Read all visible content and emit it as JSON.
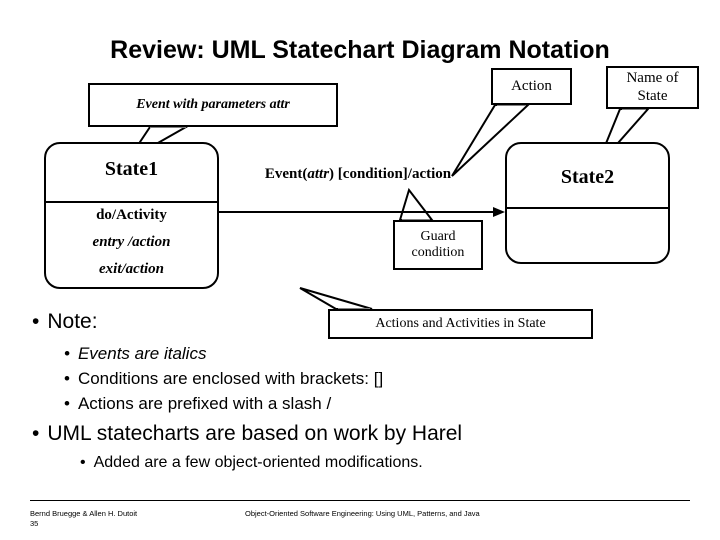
{
  "slide": {
    "title": "Review: UML Statechart Diagram Notation"
  },
  "callouts": {
    "event": "Event with parameters attr",
    "action": "Action",
    "name_of_state": "Name of\nState",
    "name_of_state_line1": "Name of",
    "name_of_state_line2": "State",
    "guard_line1": "Guard",
    "guard_line2": "condition",
    "actions_activities": "Actions and Activities in State"
  },
  "states": {
    "state1": {
      "name": "State1",
      "activities": [
        "do/Activity",
        "entry /action",
        "exit/action"
      ]
    },
    "state2": {
      "name": "State2"
    }
  },
  "transition": {
    "label_prefix": "Event(",
    "label_param": "attr",
    "label_suffix": ") [condition]/action",
    "full_label": "Event(attr) [condition]/action"
  },
  "bullets": {
    "note": "Note:",
    "note_marker": "•",
    "sub_items": [
      "Events are italics",
      "Conditions are enclosed with brackets: []",
      "Actions are prefixed with a slash /"
    ],
    "sub_marker": "•",
    "harel": "UML statecharts are based on work by Harel",
    "added": "Added are a  few object-oriented modifications."
  },
  "footer": {
    "left_line1": "Bernd Bruegge & Allen H. Dutoit",
    "left_line2": "35",
    "center": "Object-Oriented Software Engineering: Using UML, Patterns, and Java"
  },
  "colors": {
    "text": "#000000",
    "background": "#ffffff",
    "stroke": "#000000"
  }
}
